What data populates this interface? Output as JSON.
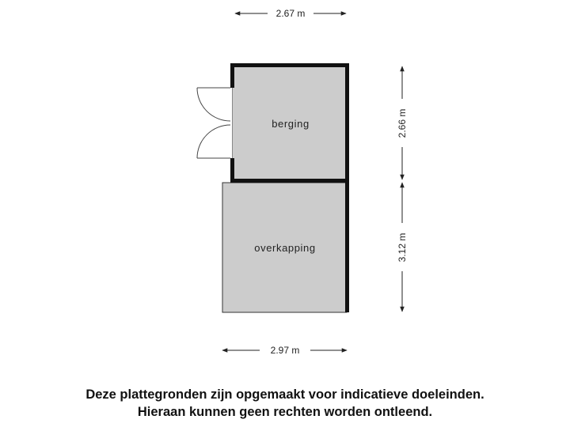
{
  "rooms": [
    {
      "id": "berging",
      "label": "berging",
      "fill": "#cccccc"
    },
    {
      "id": "overkapping",
      "label": "overkapping",
      "fill": "#cccccc"
    }
  ],
  "dimensions": {
    "top_width": "2.67 m",
    "bottom_width": "2.97 m",
    "right_upper_height": "2.66 m",
    "right_lower_height": "3.12 m"
  },
  "disclaimer": {
    "line1": "Deze plattegronden zijn opgemaakt voor indicatieve doeleinden.",
    "line2": "Hieraan kunnen geen rechten worden ontleend."
  },
  "colors": {
    "wall": "#111111",
    "floor": "#cccccc",
    "line": "#222222"
  }
}
